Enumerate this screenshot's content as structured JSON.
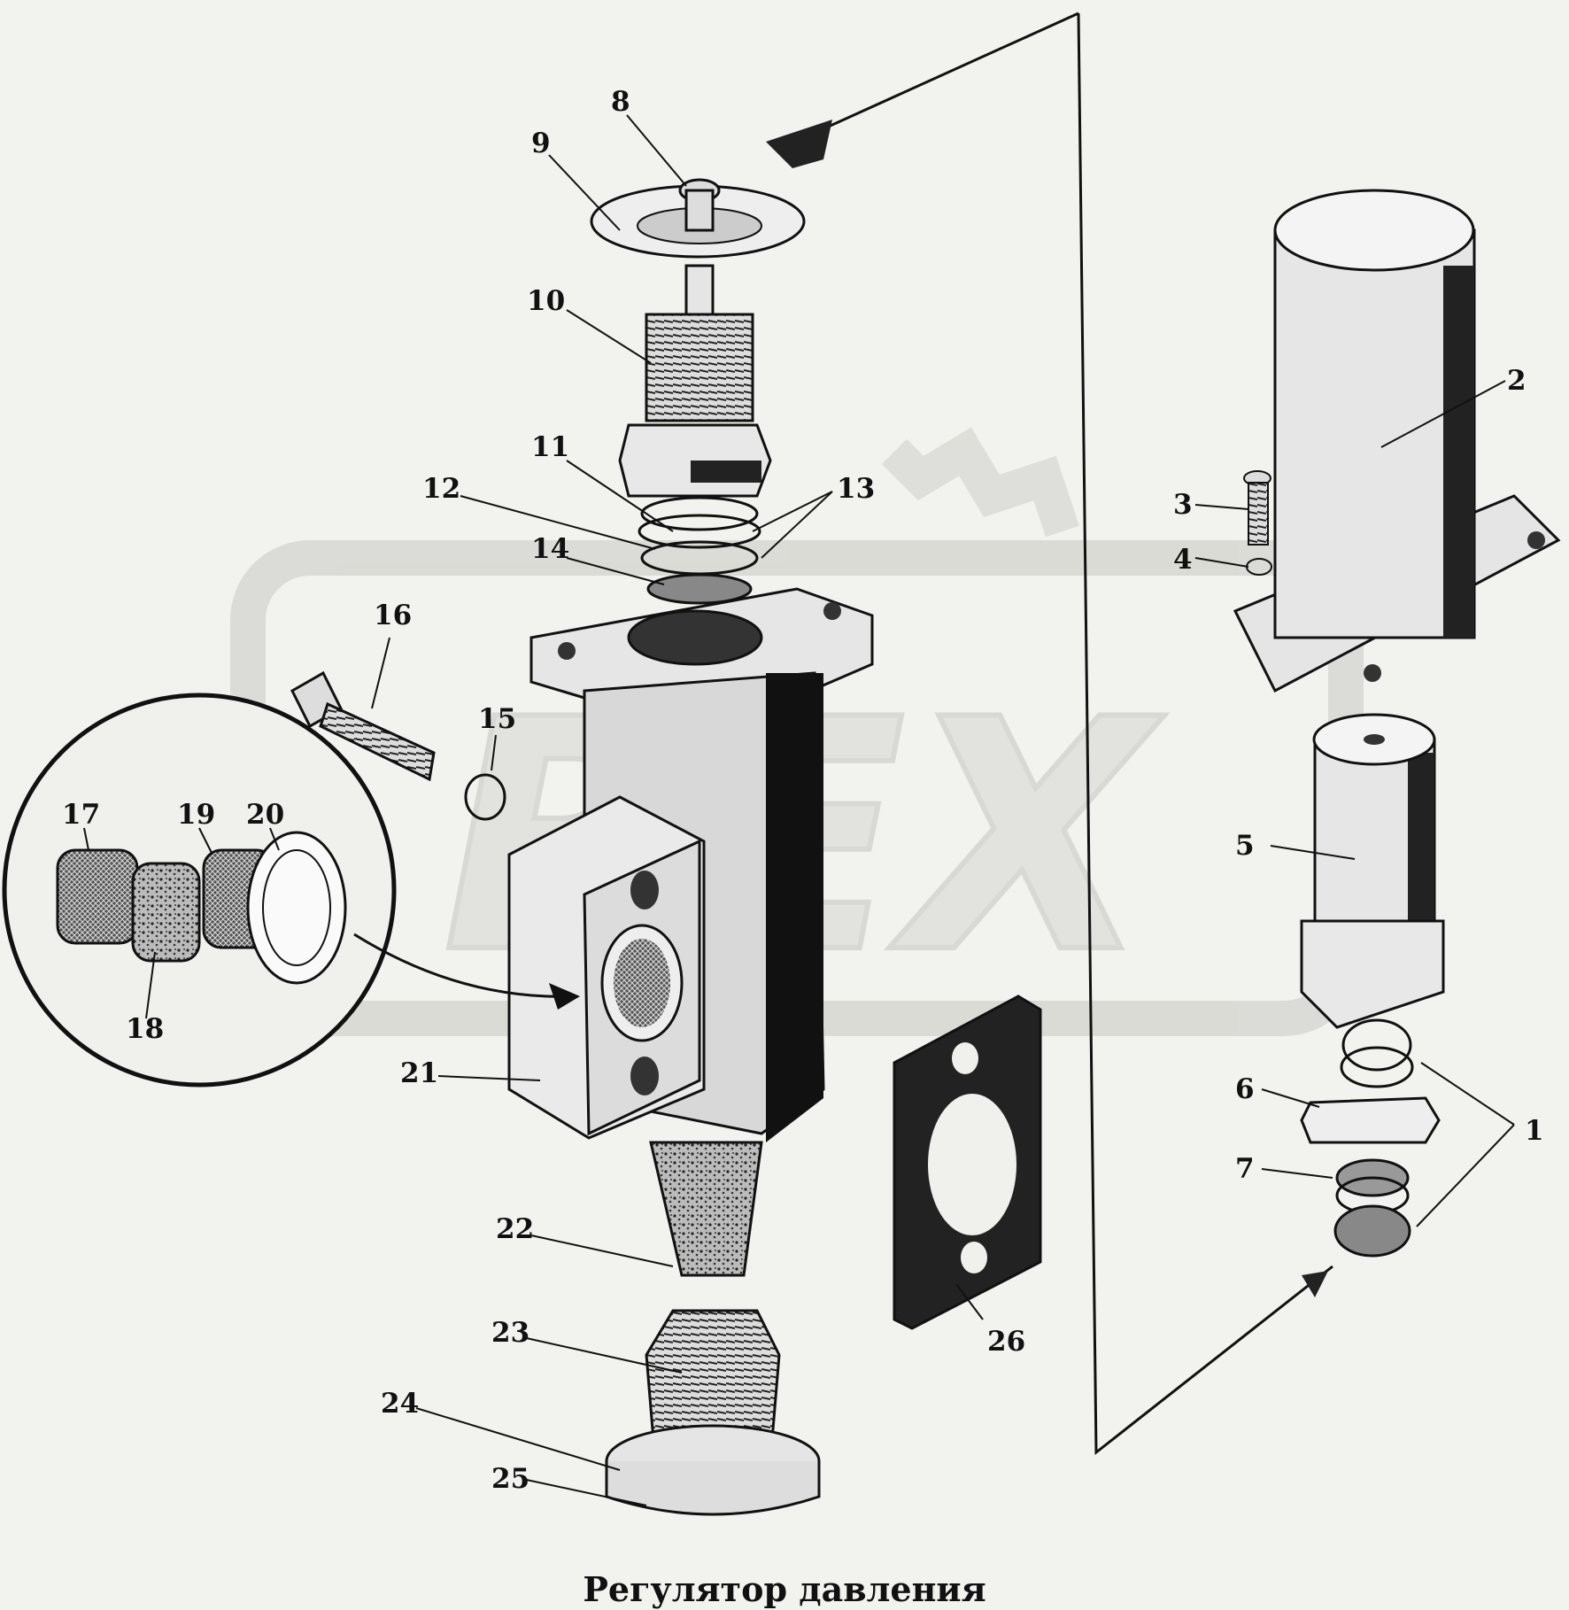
{
  "caption": "Регулятор давления",
  "watermark": "REX",
  "callouts": [
    "1",
    "2",
    "3",
    "4",
    "5",
    "6",
    "7",
    "8",
    "9",
    "10",
    "11",
    "12",
    "13",
    "14",
    "15",
    "16",
    "17",
    "18",
    "19",
    "20",
    "21",
    "22",
    "23",
    "24",
    "25",
    "26"
  ]
}
